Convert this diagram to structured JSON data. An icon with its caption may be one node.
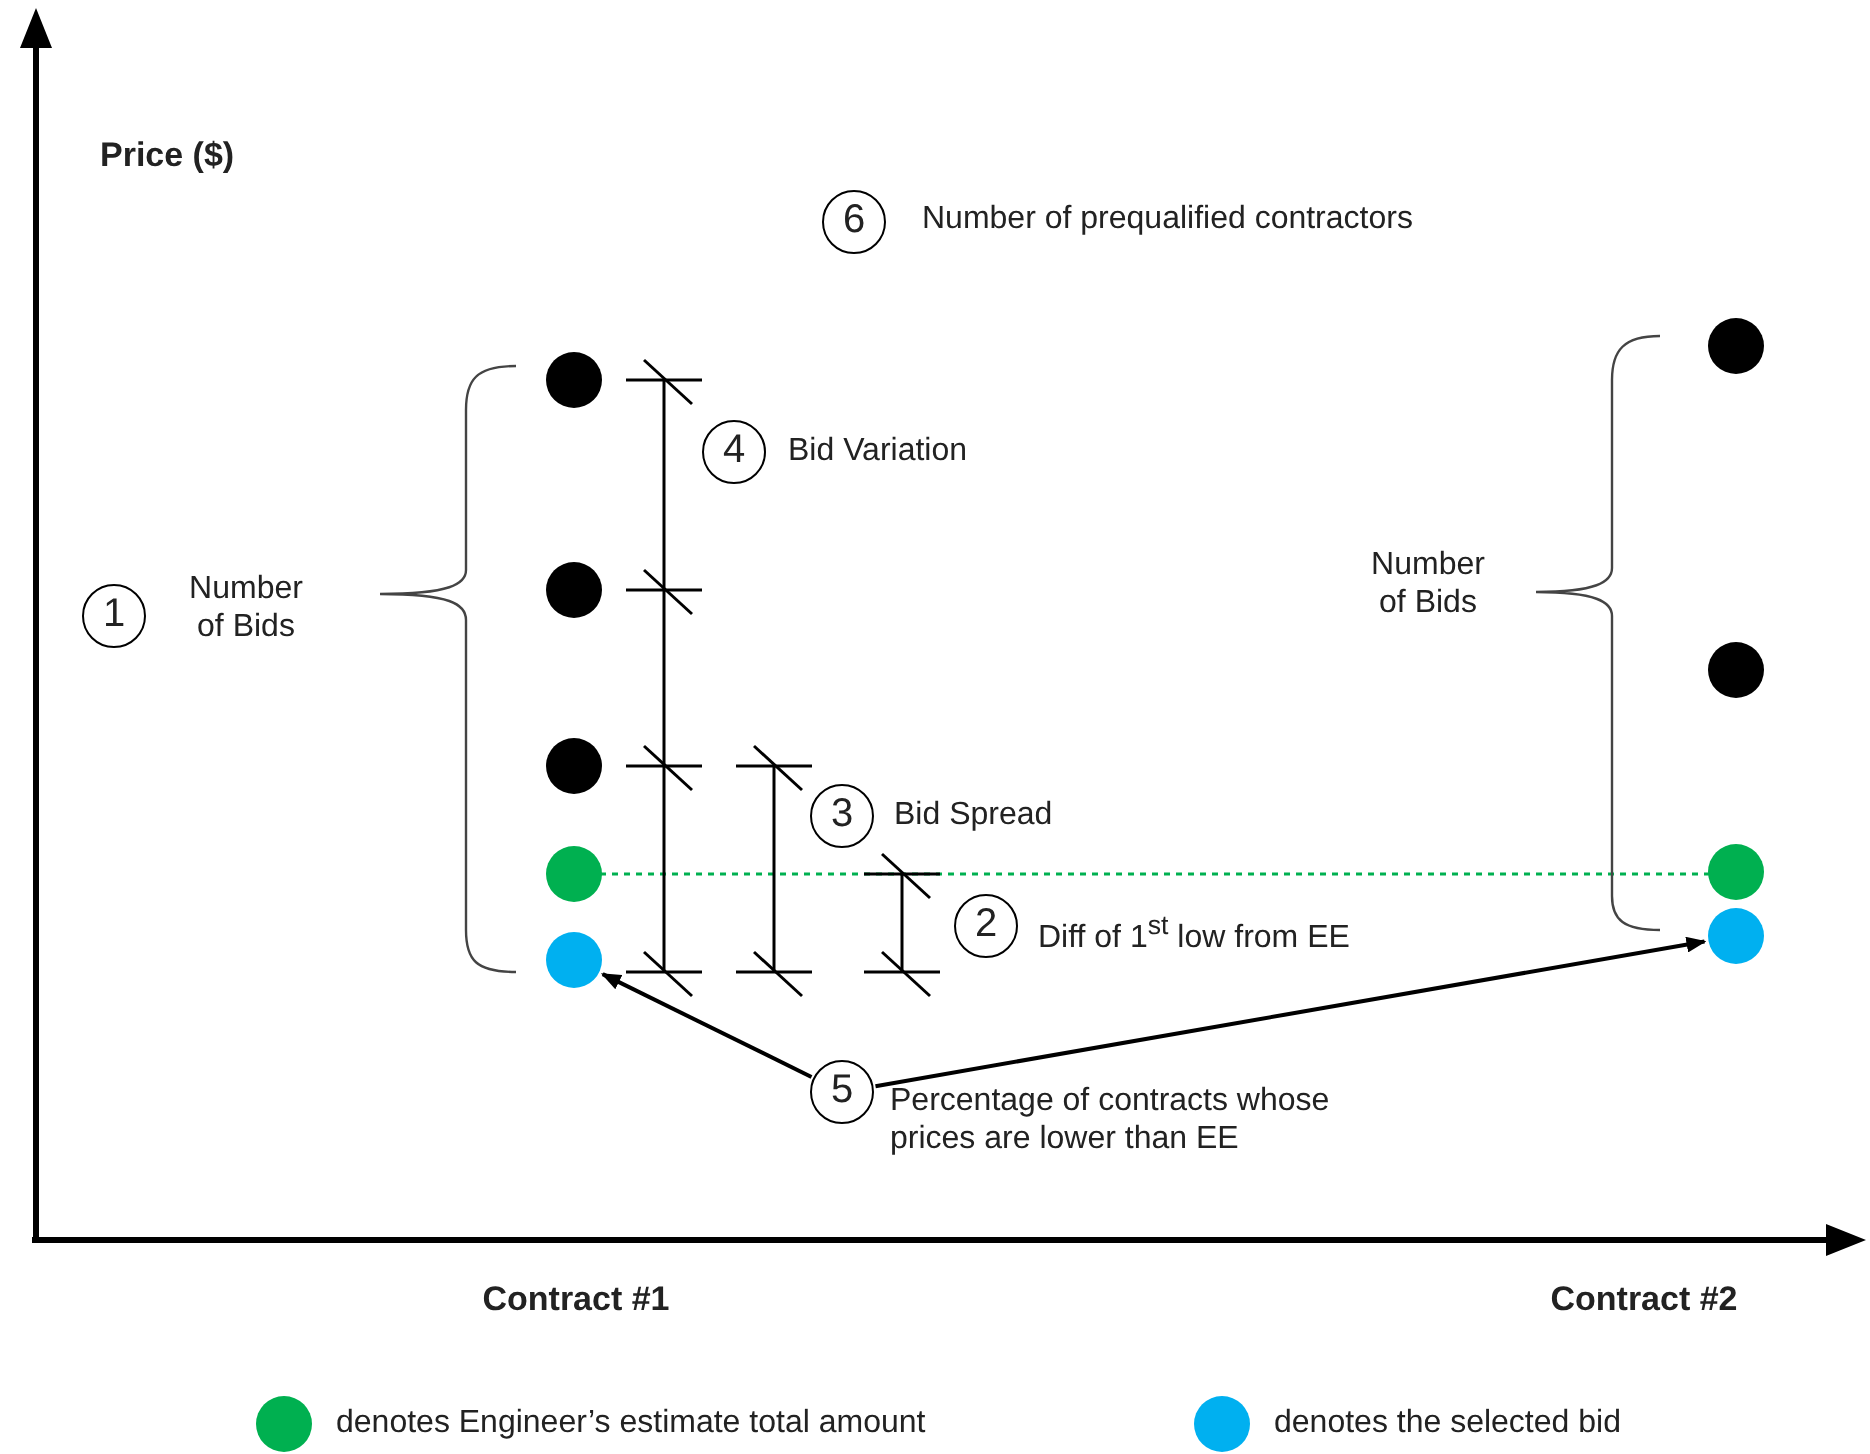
{
  "diagram": {
    "nodes": [
      {
        "text": [
          "6"
        ],
        "beside": [
          "Number of prequalified contractors"
        ]
      },
      {
        "text": [
          "4"
        ],
        "beside": [
          "Bid Variation"
        ]
      },
      {
        "text": [
          "1"
        ],
        "beside": [
          "Number of Bids"
        ]
      },
      {
        "text": [
          "3"
        ],
        "beside": [
          "Bid Spread"
        ]
      },
      {
        "text": [
          "2"
        ],
        "beside": [
          "Diff of 1$^{st}$ low from EE"
        ]
      },
      {
        "text": [],
        "shape": "circle"
      },
      {
        "text": [],
        "shape": "circle"
      },
      {
        "text": [
          "5"
        ],
        "beside": [
          "Percentage of contracts whose prices are lower than EE"
        ]
      }
    ],
    "edges": [
      {
        "from": 7,
        "to": 5,
        "arrow": "to"
      },
      {
        "from": 7,
        "to": 6,
        "arrow": "to"
      }
    ],
    "labels": [
      "Price ($)",
      "Number of Bids",
      "Contract #1",
      "Contract #2"
    ],
    "legend": [
      {
        "text": "denotes Engineer’s estimate total amount",
        "color": "#00b050"
      },
      {
        "text": "denotes the selected bid",
        "color": "#00b0f0"
      }
    ]
  }
}
